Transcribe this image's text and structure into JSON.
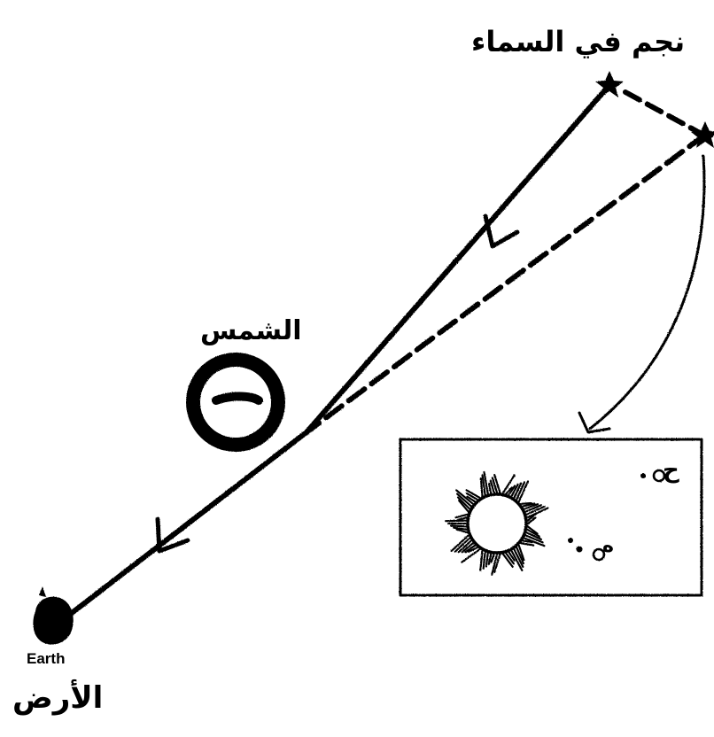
{
  "diagram": {
    "labels": {
      "star_in_sky": "نجم في السماء",
      "sun": "الشمس",
      "earth_en": "Earth",
      "earth_ar": "الأرض"
    },
    "inset": {
      "star_real_marker": "ح",
      "star_apparent_marker": "ه"
    },
    "colors": {
      "ink": "#000000",
      "background": "#ffffff"
    }
  }
}
